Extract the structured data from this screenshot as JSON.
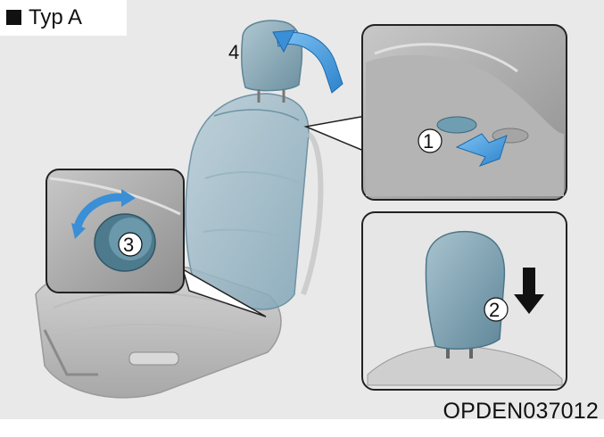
{
  "header": {
    "variant_label": "Typ A"
  },
  "figure": {
    "callouts": [
      "1",
      "2",
      "3",
      "4"
    ],
    "image_code": "OPDEN037012"
  },
  "colors": {
    "background": "#e9e9e9",
    "seat_blue": "#8fb3c4",
    "arrow_blue": "#3a8fd6",
    "inset_border": "#222222"
  }
}
